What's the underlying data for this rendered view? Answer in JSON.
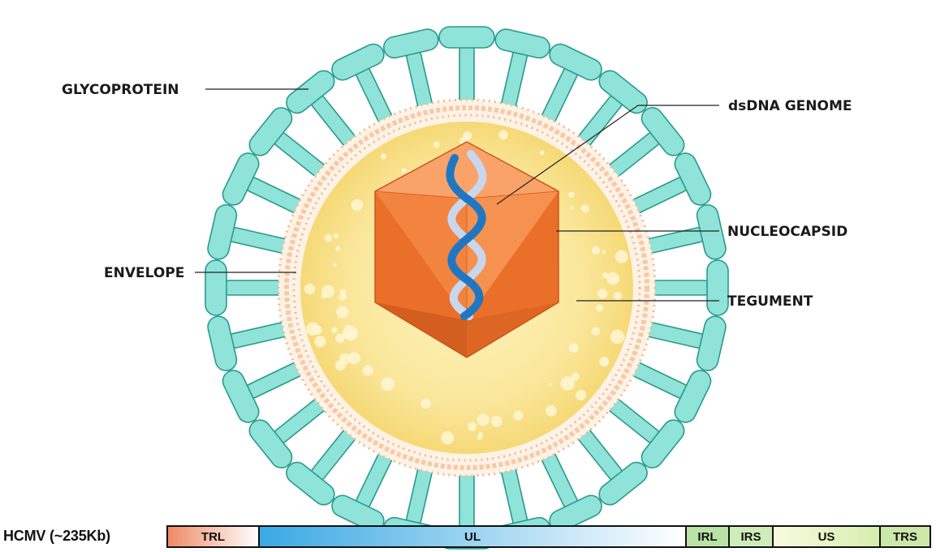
{
  "labels": {
    "glycoprotein": "GLYCOPROTEIN",
    "envelope": "ENVELOPE",
    "dsdna_genome": "dsDNA GENOME",
    "nucleocapsid": "NUCLEOCAPSID",
    "tegument": "TEGUMENT"
  },
  "genome": {
    "title": "HCMV (~235Kb)",
    "segments": [
      {
        "label": "TRL"
      },
      {
        "label": "UL"
      },
      {
        "label": "IRL"
      },
      {
        "label": "IRS"
      },
      {
        "label": "US"
      },
      {
        "label": "TRS"
      }
    ]
  },
  "colors": {
    "glycoprotein_fill": "#8fe3d8",
    "glycoprotein_stroke": "#2a9a8c",
    "envelope": "#f5c6a2",
    "tegument": "#f8e18a",
    "capsid": "#f27a35",
    "dna_dark": "#1f77c4",
    "dna_light": "#c9d7ee"
  }
}
